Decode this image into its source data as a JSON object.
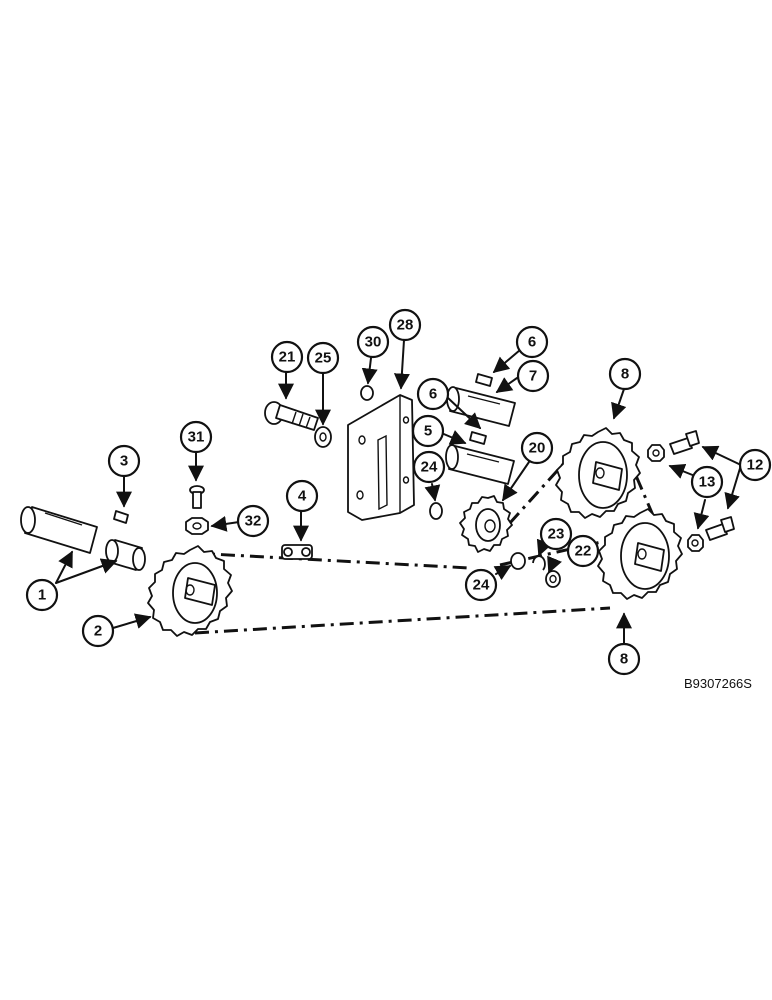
{
  "figure": {
    "reference_code": "B9307266S"
  },
  "callouts": [
    {
      "id": "c1",
      "label": "1"
    },
    {
      "id": "c2",
      "label": "2"
    },
    {
      "id": "c3",
      "label": "3"
    },
    {
      "id": "c4",
      "label": "4"
    },
    {
      "id": "c5",
      "label": "5"
    },
    {
      "id": "c6a",
      "label": "6"
    },
    {
      "id": "c6b",
      "label": "6"
    },
    {
      "id": "c7",
      "label": "7"
    },
    {
      "id": "c8a",
      "label": "8"
    },
    {
      "id": "c8b",
      "label": "8"
    },
    {
      "id": "c12",
      "label": "12"
    },
    {
      "id": "c13",
      "label": "13"
    },
    {
      "id": "c20",
      "label": "20"
    },
    {
      "id": "c21",
      "label": "21"
    },
    {
      "id": "c22",
      "label": "22"
    },
    {
      "id": "c23",
      "label": "23"
    },
    {
      "id": "c24a",
      "label": "24"
    },
    {
      "id": "c24b",
      "label": "24"
    },
    {
      "id": "c25",
      "label": "25"
    },
    {
      "id": "c28",
      "label": "28"
    },
    {
      "id": "c30",
      "label": "30"
    },
    {
      "id": "c31",
      "label": "31"
    },
    {
      "id": "c32",
      "label": "32"
    }
  ]
}
